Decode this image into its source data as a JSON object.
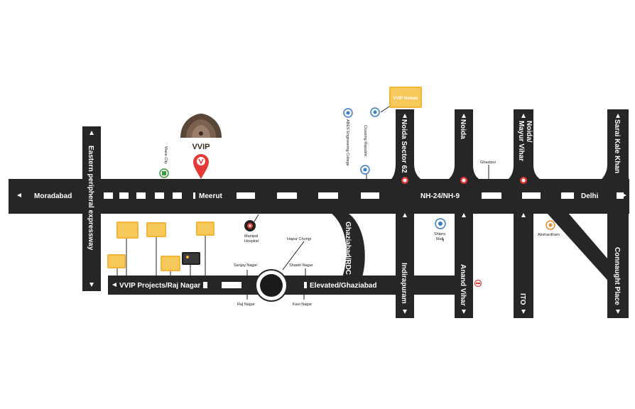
{
  "brand": {
    "name": "VVIP",
    "card_text": "VVIP Homes",
    "accent_color": "#e53935",
    "gold_color": "#f2b53a",
    "road_color": "#262626"
  },
  "roads": {
    "eastern_peripheral": "Eastern peripheral expressway",
    "moradabad": "Moradabad",
    "meerut": "Meerut",
    "nh24": "NH-24/NH-9",
    "delhi": "Delhi",
    "vvip_projects": "VVIP Projects/Raj Nagar",
    "elevated": "Elevated/Ghaziabad",
    "ghaziabad_rdc": "Ghaziabad/RDC",
    "indirapuram": "Indirapuram",
    "anand_vihar": "Anand Vihar",
    "ito": "ITO",
    "connaught": "Connaught Place",
    "noida_sector62": "Noida Sector 62",
    "noida": "Noida",
    "noida_mayur_1": "Noida/",
    "noida_mayur_2": "Mayur Vihar",
    "sarai_kale_khan": "Sarai Kale Khan"
  },
  "places": {
    "wave_city": "Wave City",
    "abes": "ABES Engineering College",
    "crossing_republic": "Crossing Republic",
    "ghazipur": "Ghazipur",
    "manipal_1": "Manipal",
    "manipal_2": "Hospital",
    "hapur_chungi": "Hapur Chungi",
    "sanjay_nagar": "Sanjay Nagar",
    "shastri_nagar": "Shastri Nagar",
    "raj_nagar": "Raj Nagar",
    "kavi_nagar": "Kavi Nagar",
    "shipra_1": "Shipra",
    "shipra_2": "Mall",
    "akshardham": "Akshardham"
  }
}
